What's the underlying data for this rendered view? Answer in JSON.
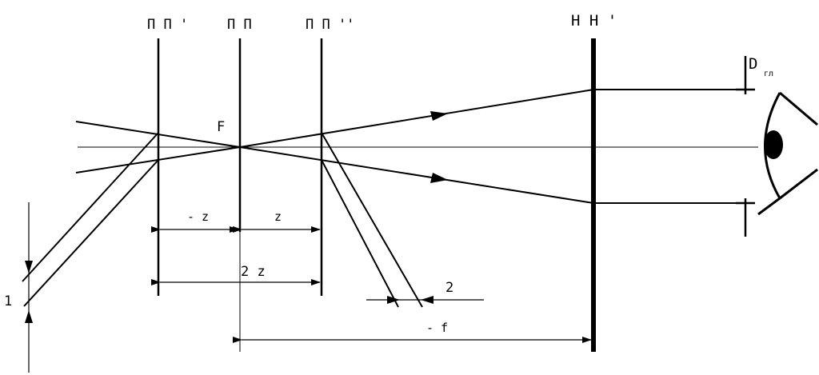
{
  "labels": {
    "plane_left": "П П '",
    "plane_mid": "П П",
    "plane_right": "П П ''",
    "principal": "Н  Н '",
    "focus": "F",
    "dist_left": "- z",
    "dist_right": "z",
    "dist_total": "2 z",
    "focal": "- f",
    "ray_one": "1",
    "ray_two": "2",
    "pupil": "D",
    "pupil_sub": "гл"
  }
}
